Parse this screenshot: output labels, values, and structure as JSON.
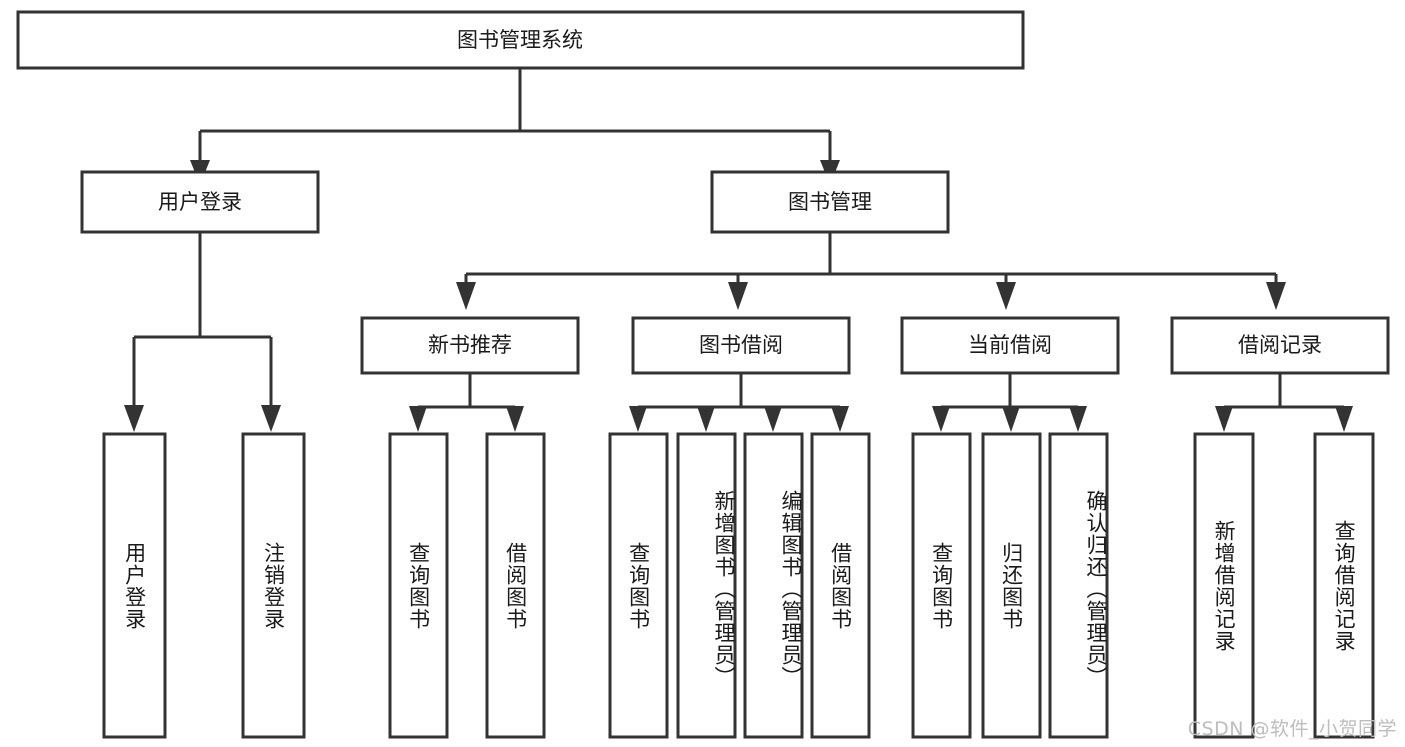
{
  "diagram": {
    "title": "图书管理系统",
    "type": "tree-hierarchy",
    "orientation": "top-down",
    "line_color": "#333333",
    "box_fill": "#ffffff",
    "text_color": "#1a1a1a",
    "root": {
      "label": "图书管理系统"
    },
    "level2": [
      {
        "label": "用户登录"
      },
      {
        "label": "图书管理"
      }
    ],
    "level3": [
      {
        "label": "新书推荐"
      },
      {
        "label": "图书借阅"
      },
      {
        "label": "当前借阅"
      },
      {
        "label": "借阅记录"
      }
    ],
    "leaves": {
      "user_login": [
        {
          "label": "用户登录"
        },
        {
          "label": "注销登录"
        }
      ],
      "new_book_recommend": [
        {
          "label": "查询图书"
        },
        {
          "label": "借阅图书"
        }
      ],
      "book_borrow": [
        {
          "label": "查询图书"
        },
        {
          "label": "新增图书（管理员）"
        },
        {
          "label": "编辑图书（管理员）"
        },
        {
          "label": "借阅图书"
        }
      ],
      "current_borrow": [
        {
          "label": "查询图书"
        },
        {
          "label": "归还图书"
        },
        {
          "label": "确认归还（管理员）"
        }
      ],
      "borrow_record": [
        {
          "label": "新增借阅记录"
        },
        {
          "label": "查询借阅记录"
        }
      ]
    }
  },
  "watermark": {
    "text": "CSDN @软件_小贺同学"
  }
}
